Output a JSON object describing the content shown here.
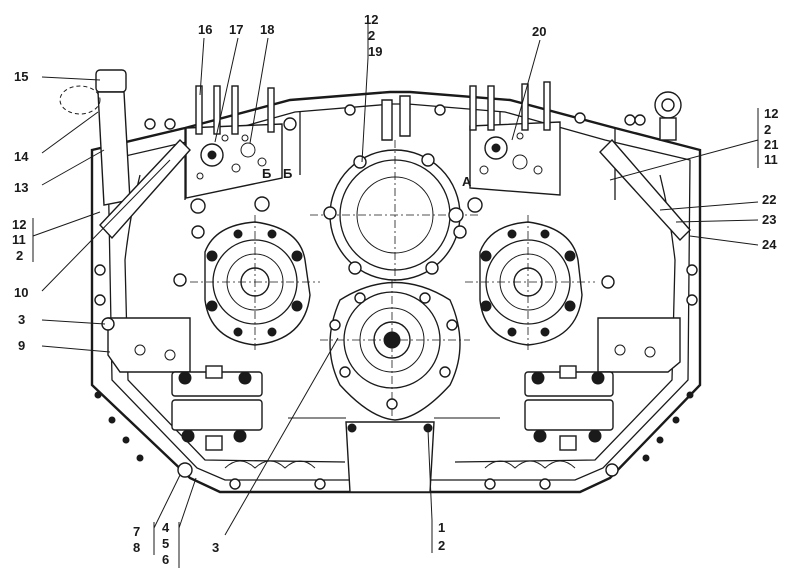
{
  "callouts": {
    "c15": "15",
    "c14": "14",
    "c13": "13",
    "c12a": "12",
    "c11a": "11",
    "c2a": "2",
    "c10": "10",
    "c3a": "3",
    "c9": "9",
    "c7": "7",
    "c8": "8",
    "c4": "4",
    "c5": "5",
    "c6": "6",
    "c3b": "3",
    "c16": "16",
    "c17": "17",
    "c18": "18",
    "c12b": "12",
    "c2b": "2",
    "c19": "19",
    "c20": "20",
    "c12c": "12",
    "c2c": "2",
    "c21": "21",
    "c11c": "11",
    "c22": "22",
    "c23": "23",
    "c24": "24",
    "c1": "1",
    "c2d": "2",
    "mark_b1": "Б",
    "mark_b2": "Б",
    "mark_a": "A"
  }
}
